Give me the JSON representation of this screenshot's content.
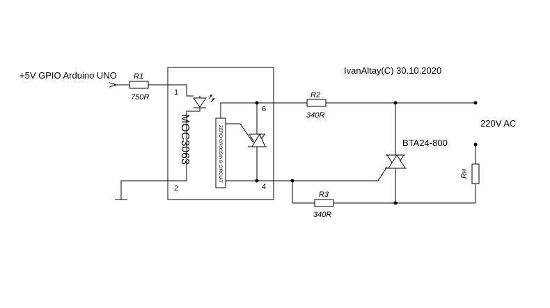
{
  "labels": {
    "input": "+5V GPIO Arduino UNO",
    "author": "IvanAltay(C) 30.10.2020",
    "mains": "220V AC",
    "optocoupler": "MOC3063",
    "zero_crossing": "ZERO CROSSING CIRCUIT",
    "triac": "BTA24-800",
    "load": "Rн"
  },
  "resistors": {
    "r1": {
      "name": "R1",
      "value": "750R"
    },
    "r2": {
      "name": "R2",
      "value": "340R"
    },
    "r3": {
      "name": "R3",
      "value": "340R"
    }
  },
  "pins": {
    "p1": "1",
    "p2": "2",
    "p4": "4",
    "p6": "6"
  },
  "colors": {
    "ink": "#000000",
    "background": "#ffffff"
  }
}
